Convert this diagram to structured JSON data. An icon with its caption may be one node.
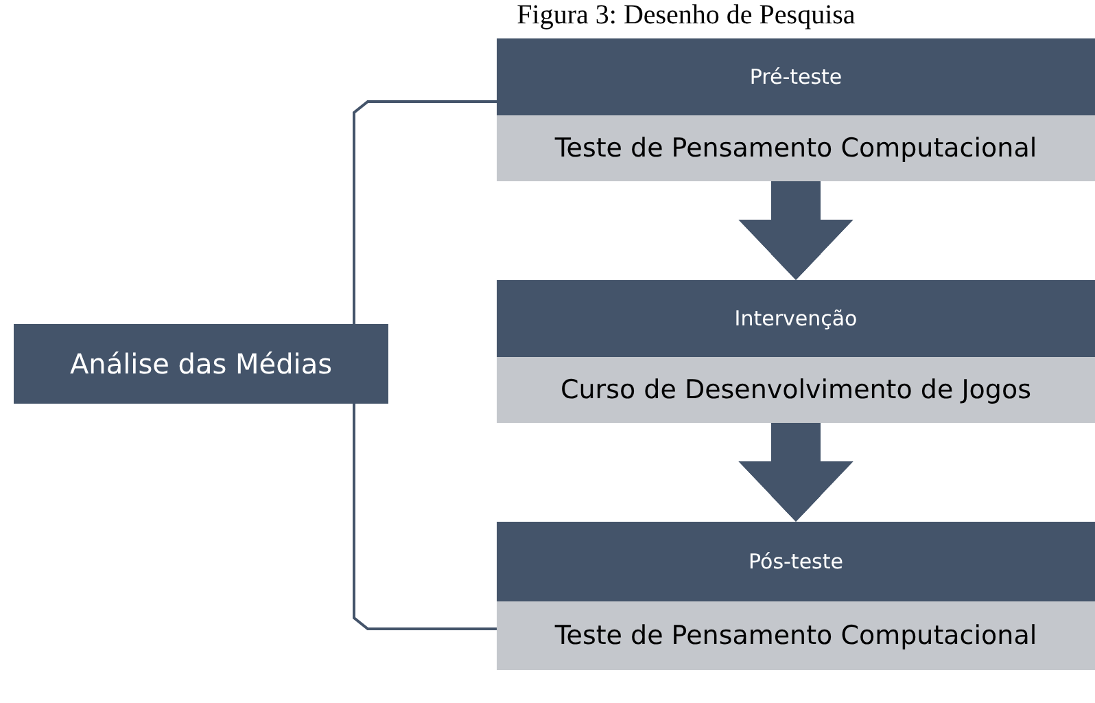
{
  "diagram": {
    "title": "Figura 3: Desenho de Pesquisa",
    "nodes": [
      {
        "text": [
          "Pré-teste",
          "Teste de Pensamento Computacional"
        ]
      },
      {
        "text": [
          "Intervenção",
          "Curso de Desenvolvimento de Jogos"
        ]
      },
      {
        "text": [
          "Pós-teste",
          "Teste de Pensamento Computacional"
        ]
      },
      {
        "text": [
          "Análise das Médias"
        ]
      }
    ],
    "edges": [
      {
        "from": 0,
        "to": 1,
        "arrow": "to",
        "style": "thick"
      },
      {
        "from": 1,
        "to": 2,
        "arrow": "to",
        "style": "thick"
      },
      {
        "from": 0,
        "to": 3,
        "arrow": "none"
      },
      {
        "from": 2,
        "to": 3,
        "arrow": "none"
      }
    ]
  }
}
